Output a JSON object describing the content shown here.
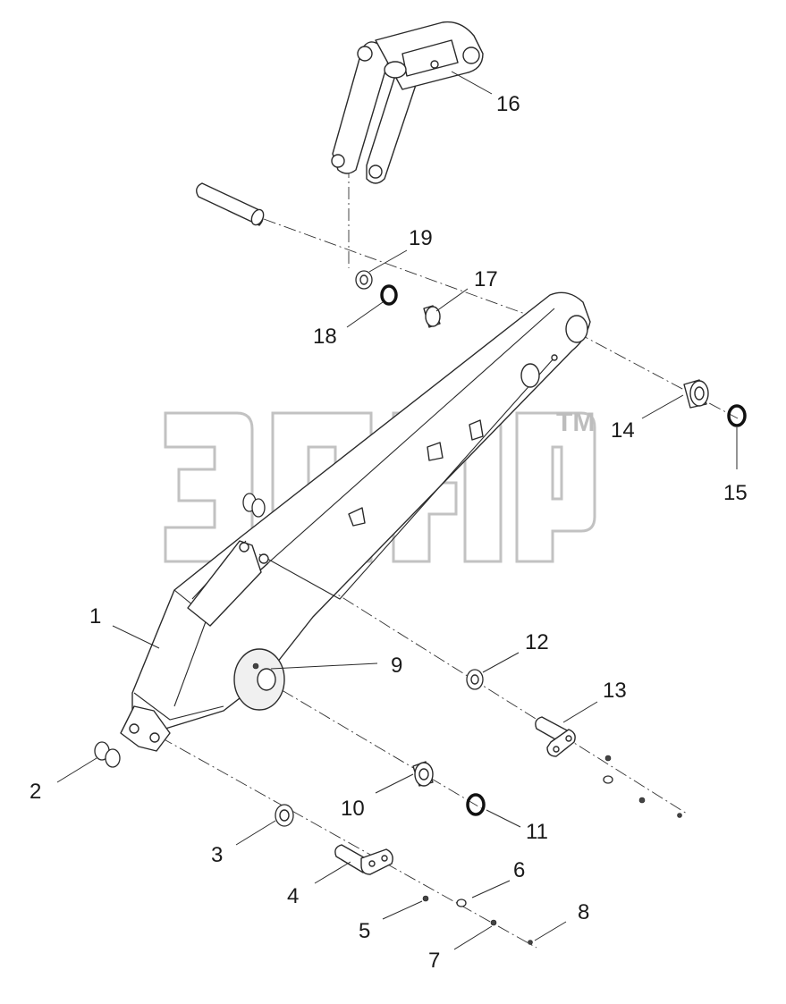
{
  "diagram": {
    "callouts": [
      {
        "id": "1",
        "label": "1"
      },
      {
        "id": "2",
        "label": "2"
      },
      {
        "id": "3",
        "label": "3"
      },
      {
        "id": "4",
        "label": "4"
      },
      {
        "id": "5",
        "label": "5"
      },
      {
        "id": "6",
        "label": "6"
      },
      {
        "id": "7",
        "label": "7"
      },
      {
        "id": "8",
        "label": "8"
      },
      {
        "id": "9",
        "label": "9"
      },
      {
        "id": "10",
        "label": "10"
      },
      {
        "id": "11",
        "label": "11"
      },
      {
        "id": "12",
        "label": "12"
      },
      {
        "id": "13",
        "label": "13"
      },
      {
        "id": "14",
        "label": "14"
      },
      {
        "id": "15",
        "label": "15"
      },
      {
        "id": "16",
        "label": "16"
      },
      {
        "id": "17",
        "label": "17"
      },
      {
        "id": "18",
        "label": "18"
      },
      {
        "id": "19",
        "label": "19"
      }
    ],
    "watermark": {
      "trademark": "TM"
    }
  }
}
